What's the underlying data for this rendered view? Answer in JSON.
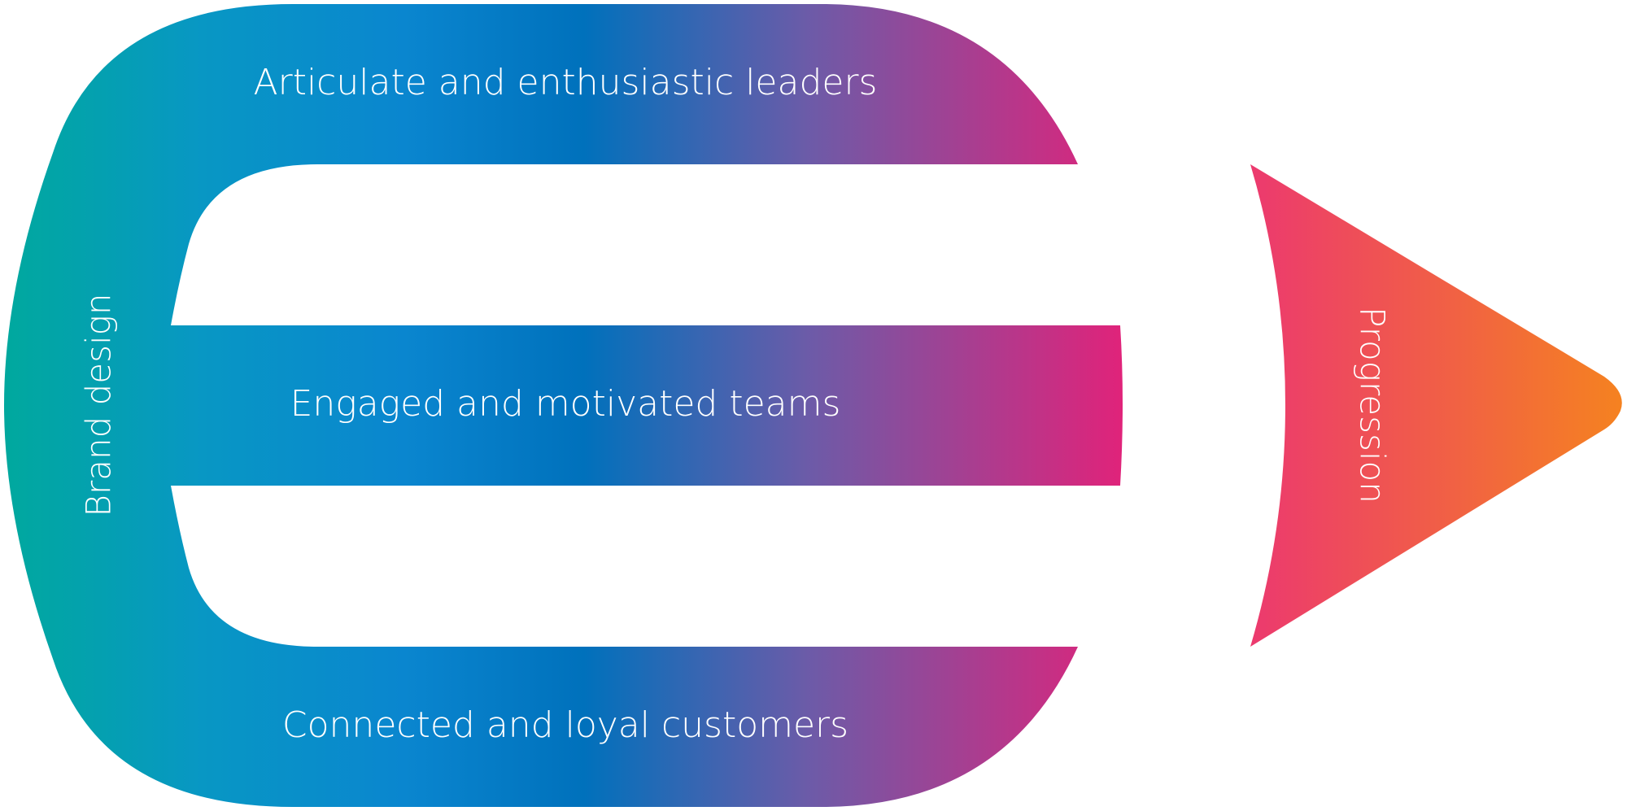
{
  "labels": {
    "top_band": "Articulate and enthusiastic leaders",
    "middle_band": "Engaged and motivated teams",
    "bottom_band": "Connected and loyal customers",
    "left_spine": "Brand design",
    "arrow": "Progression"
  },
  "colors": {
    "teal": "#00a99d",
    "blue": "#0a86cf",
    "deep_blue": "#0071bc",
    "purple": "#6c5ba8",
    "magenta": "#e0237a",
    "pink_red": "#ec3a6e",
    "orange": "#f58220",
    "background": "#ffffff"
  }
}
